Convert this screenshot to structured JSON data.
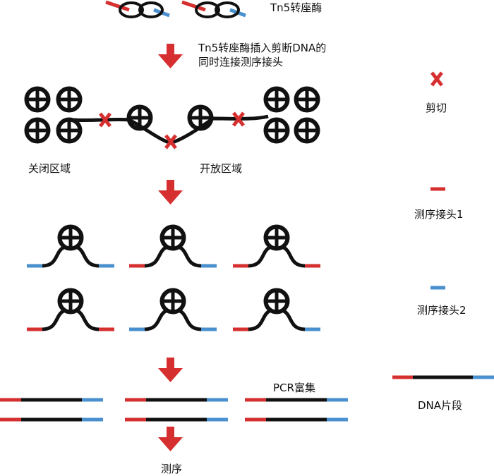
{
  "title": "Tn5转座酶",
  "step1_caption": [
    "Tn5转座酶插入剪断DNA的",
    "同时连接测序接头"
  ],
  "closed_region": "关闭区域",
  "open_region": "开放区域",
  "pcr_label": "PCR富集",
  "sequencing_label": "测序",
  "legend": {
    "cut": "剪切",
    "adapter1": "测序接头1",
    "adapter2": "测序接头2",
    "fragment": "DNA片段"
  },
  "colors": {
    "adapter1": "#d62f2f",
    "adapter2": "#4a90cf",
    "dna": "#111111",
    "arrow": "#d62f2f",
    "cut_mark": "#d62f2f"
  }
}
